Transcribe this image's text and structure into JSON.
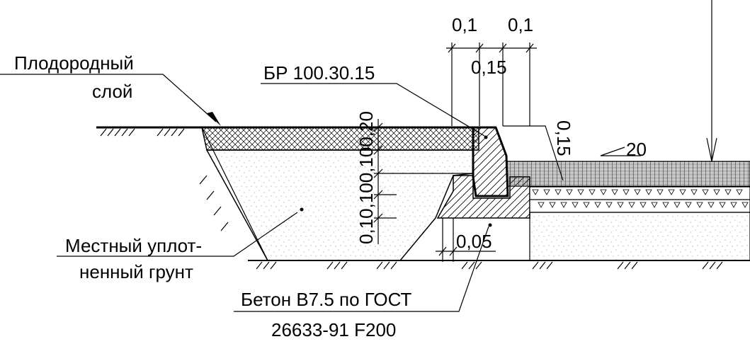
{
  "labels": {
    "fertile_layer_1": "Плодородный",
    "fertile_layer_2": "слой",
    "curb": "БР 100.30.15",
    "local_soil_1": "Местный уплот-",
    "local_soil_2": "ненный грунт",
    "concrete_1": "Бетон B7.5 по ГОСТ",
    "concrete_2": "26633-91 F200"
  },
  "dimensions": {
    "top_left": "0,1",
    "top_right": "0,1",
    "mid_015": "0,15",
    "vertical_stack": "0,10,100,100,20",
    "curb_height": "0,15",
    "slope": "20",
    "offset_005": "0,05"
  }
}
